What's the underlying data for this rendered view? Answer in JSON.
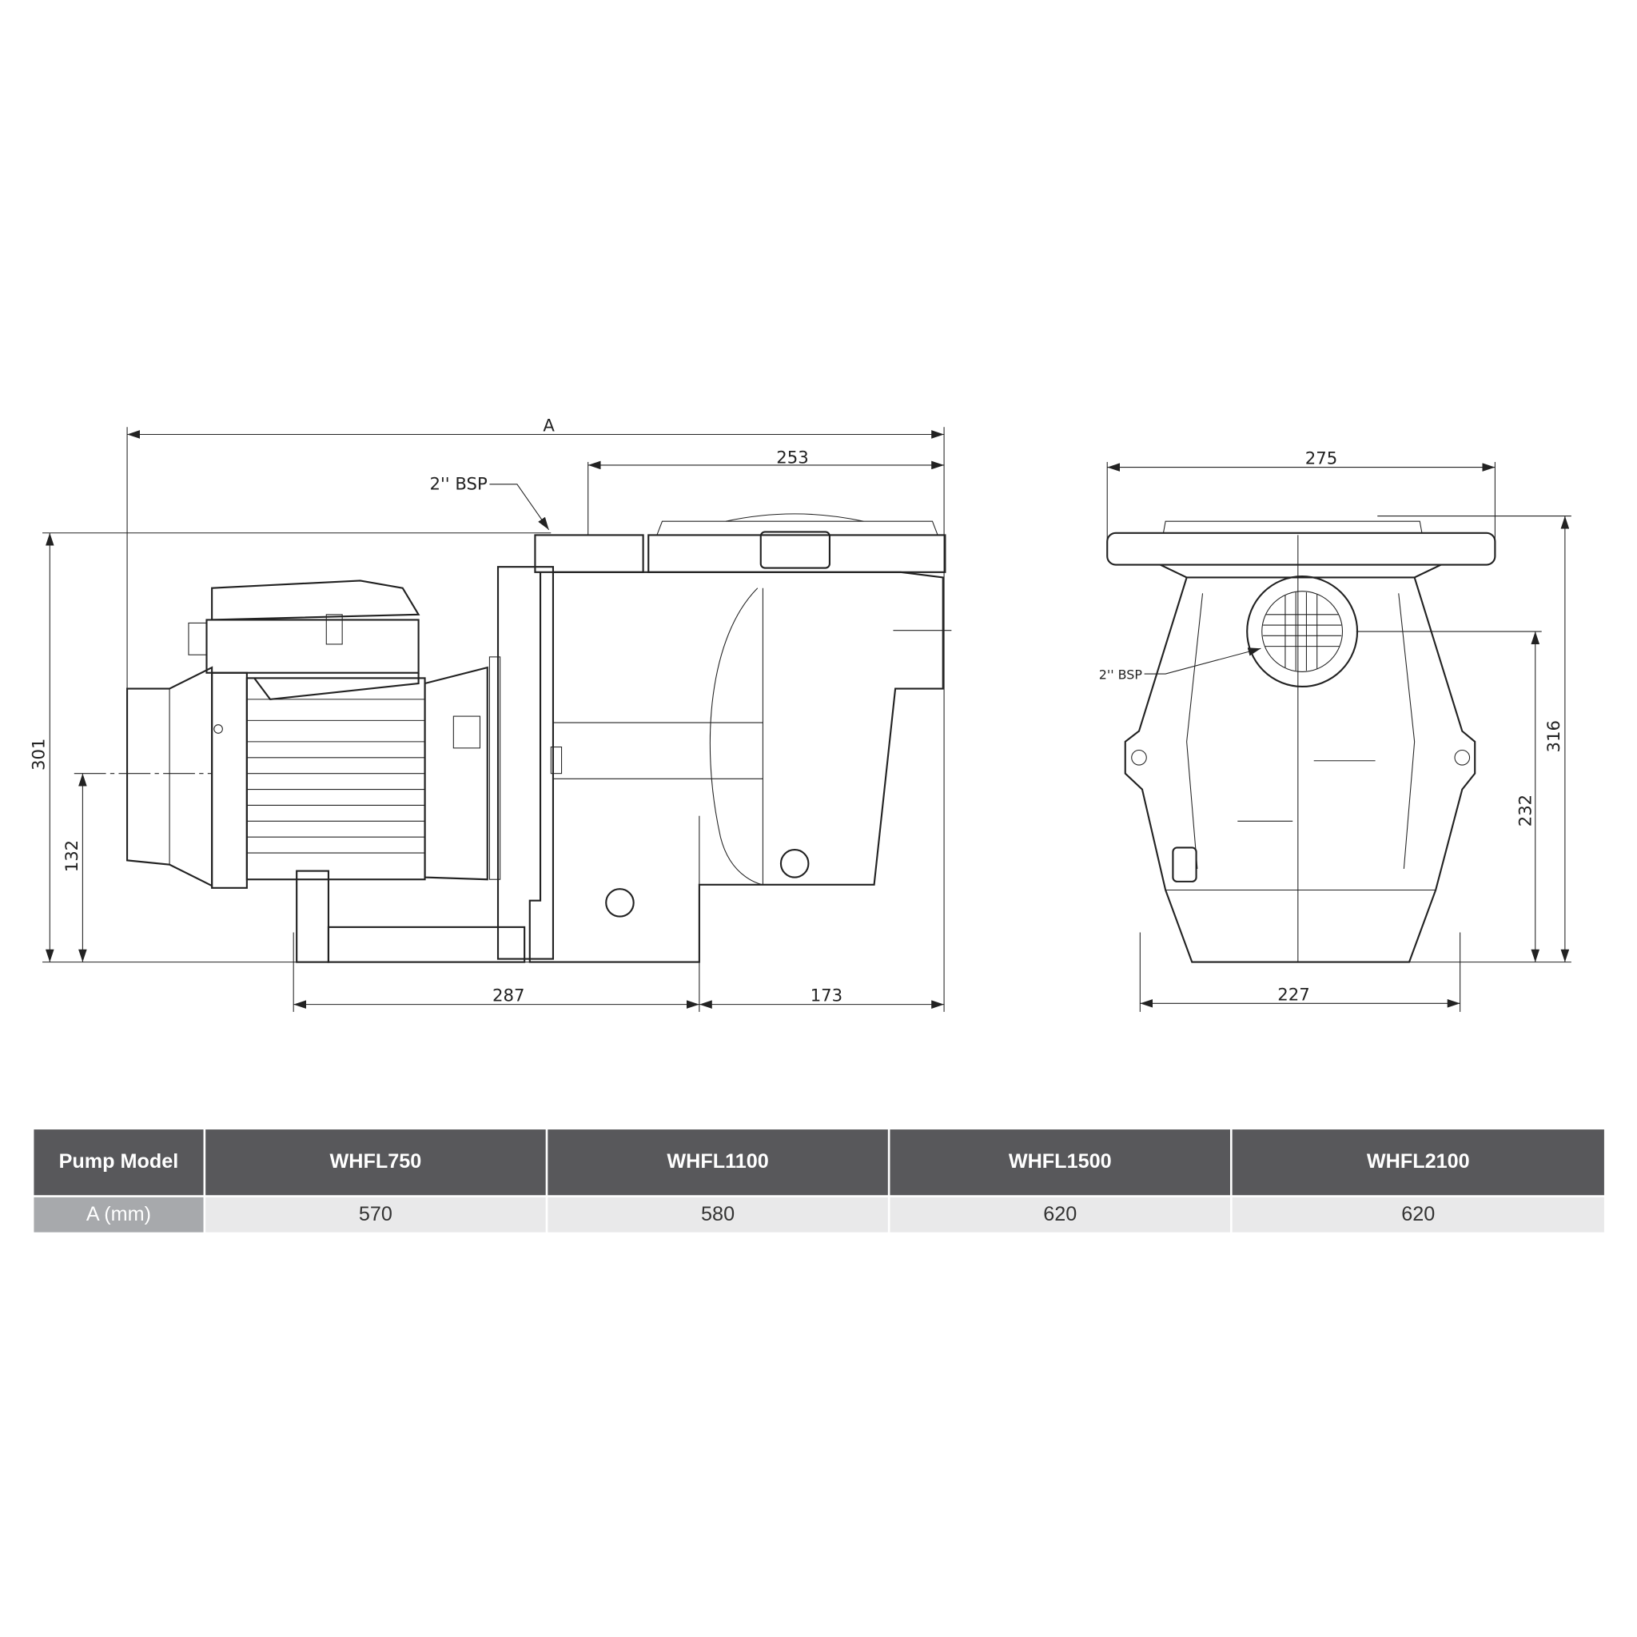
{
  "drawing": {
    "side_view": {
      "dim_overall": "A",
      "dim_253": "253",
      "dim_301": "301",
      "dim_132": "132",
      "dim_287": "287",
      "dim_173": "173",
      "port_label": "2'' BSP"
    },
    "front_view": {
      "dim_275": "275",
      "dim_316": "316",
      "dim_232": "232",
      "dim_227": "227",
      "port_label": "2'' BSP"
    }
  },
  "table": {
    "header": [
      "Pump Model",
      "WHFL750",
      "WHFL1100",
      "WHFL1500",
      "WHFL2100"
    ],
    "row": [
      "A (mm)",
      "570",
      "580",
      "620",
      "620"
    ],
    "colors": {
      "header_bg": "#58585b",
      "label_bg": "#a7a9ac",
      "cell_bg": "#e9e9ea"
    }
  }
}
